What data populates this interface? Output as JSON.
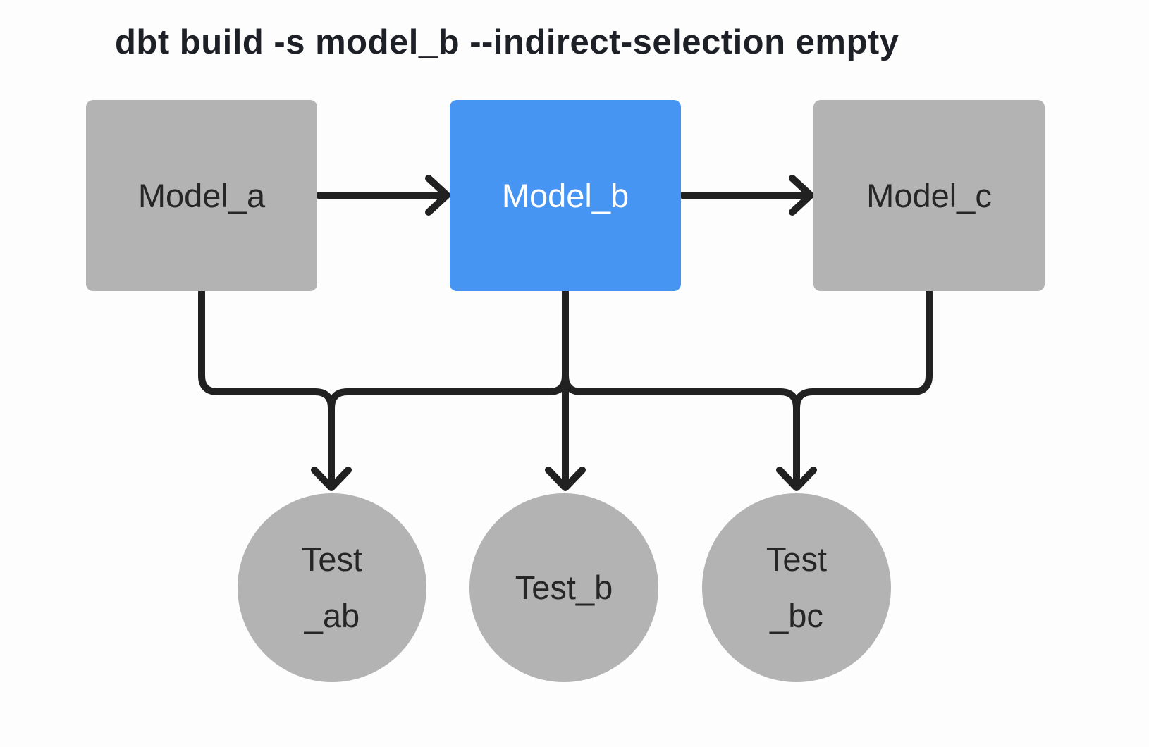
{
  "title": "dbt build -s model_b --indirect-selection empty",
  "colors": {
    "background": "#fdfdfd",
    "node_gray": "#b3b3b3",
    "node_selected_blue": "#4795f2",
    "edge_black": "#212121",
    "text_dark": "#262626",
    "text_on_blue": "#ffffff"
  },
  "models": [
    {
      "id": "model_a",
      "label": "Model_a",
      "selected": false
    },
    {
      "id": "model_b",
      "label": "Model_b",
      "selected": true
    },
    {
      "id": "model_c",
      "label": "Model_c",
      "selected": false
    }
  ],
  "tests": [
    {
      "id": "test_ab",
      "lines": [
        "Test",
        "_ab"
      ]
    },
    {
      "id": "test_b",
      "lines": [
        "Test_b"
      ]
    },
    {
      "id": "test_bc",
      "lines": [
        "Test",
        "_bc"
      ]
    }
  ],
  "edges": [
    {
      "from": "model_a",
      "to": "model_b"
    },
    {
      "from": "model_b",
      "to": "model_c"
    },
    {
      "from": "model_a",
      "to": "test_ab"
    },
    {
      "from": "model_b",
      "to": "test_ab"
    },
    {
      "from": "model_b",
      "to": "test_b"
    },
    {
      "from": "model_b",
      "to": "test_bc"
    },
    {
      "from": "model_c",
      "to": "test_bc"
    }
  ]
}
